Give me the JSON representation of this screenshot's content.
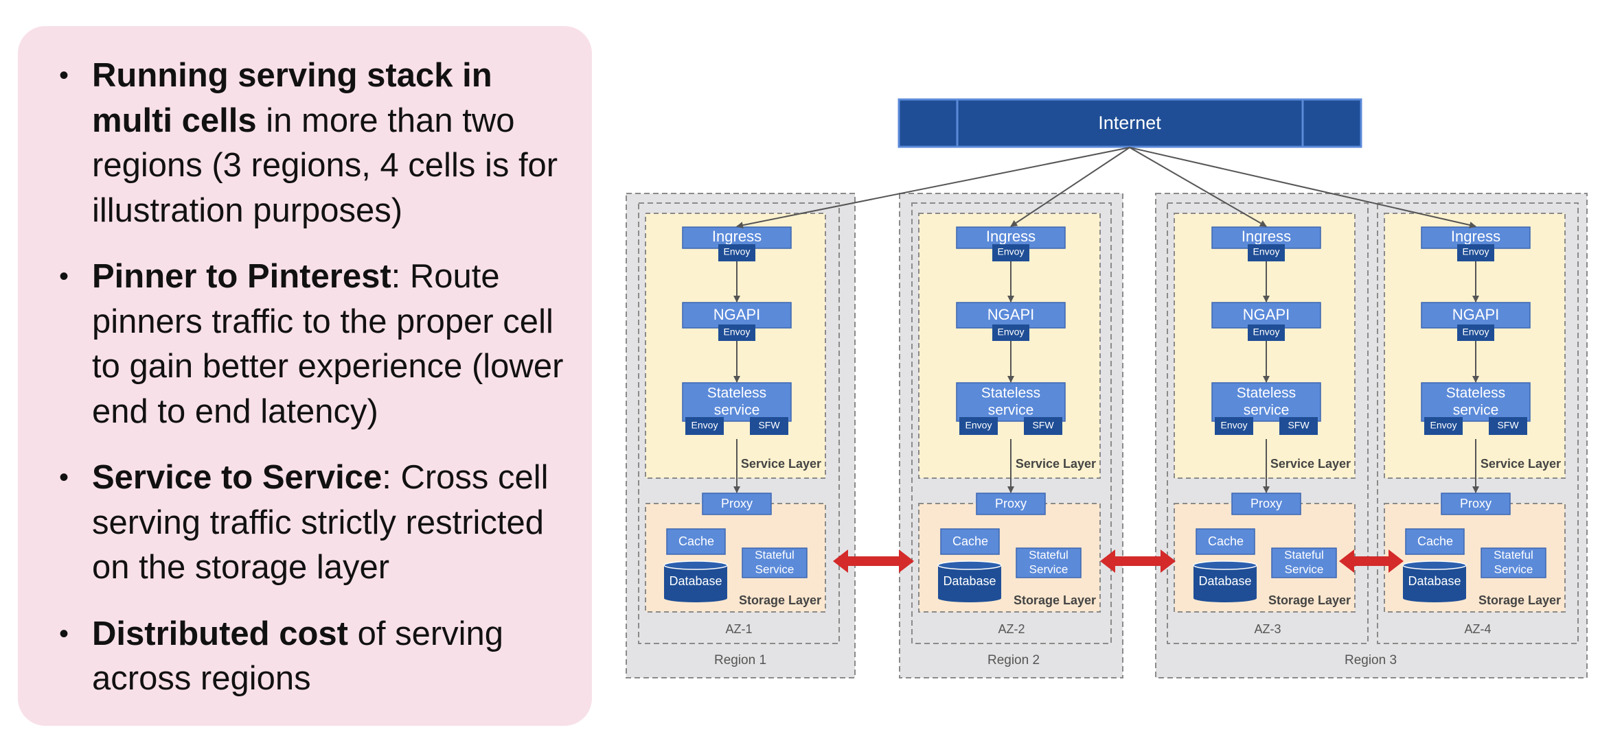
{
  "bullets": [
    {
      "bold": "Running serving stack in multi cells",
      "text": " in more than two regions (3 regions, 4 cells is for illustration purposes)"
    },
    {
      "bold": "Pinner to Pinterest",
      "text": ": Route pinners traffic to the proper cell to gain better experience (lower end to end latency)"
    },
    {
      "bold": "Service to Service",
      "text": ": Cross cell serving traffic strictly restricted on the storage layer"
    },
    {
      "bold": "Distributed cost",
      "text": " of serving across regions"
    }
  ],
  "diagram": {
    "internet_label": "Internet",
    "regions": [
      "Region 1",
      "Region 2",
      "Region 3"
    ],
    "cells": [
      {
        "az": "AZ-1",
        "region": 0
      },
      {
        "az": "AZ-2",
        "region": 1
      },
      {
        "az": "AZ-3",
        "region": 2
      },
      {
        "az": "AZ-4",
        "region": 2
      }
    ],
    "labels": {
      "ingress": "Ingress",
      "envoy": "Envoy",
      "ngapi": "NGAPI",
      "stateless_line1": "Stateless",
      "stateless_line2": "service",
      "sfw": "SFW",
      "service_layer": "Service Layer",
      "proxy": "Proxy",
      "cache": "Cache",
      "stateful_line1": "Stateful",
      "stateful_line2": "Service",
      "database": "Database",
      "storage_layer": "Storage Layer"
    },
    "colors": {
      "internet": "#1f4e96",
      "box": "#5b8ad9",
      "dark_box": "#1f4e96",
      "service_layer_bg": "#fdf2cf",
      "storage_layer_bg": "#fbe7cf",
      "region_bg": "#e3e3e5",
      "cross_cell_arrow": "#d42a2a"
    }
  }
}
